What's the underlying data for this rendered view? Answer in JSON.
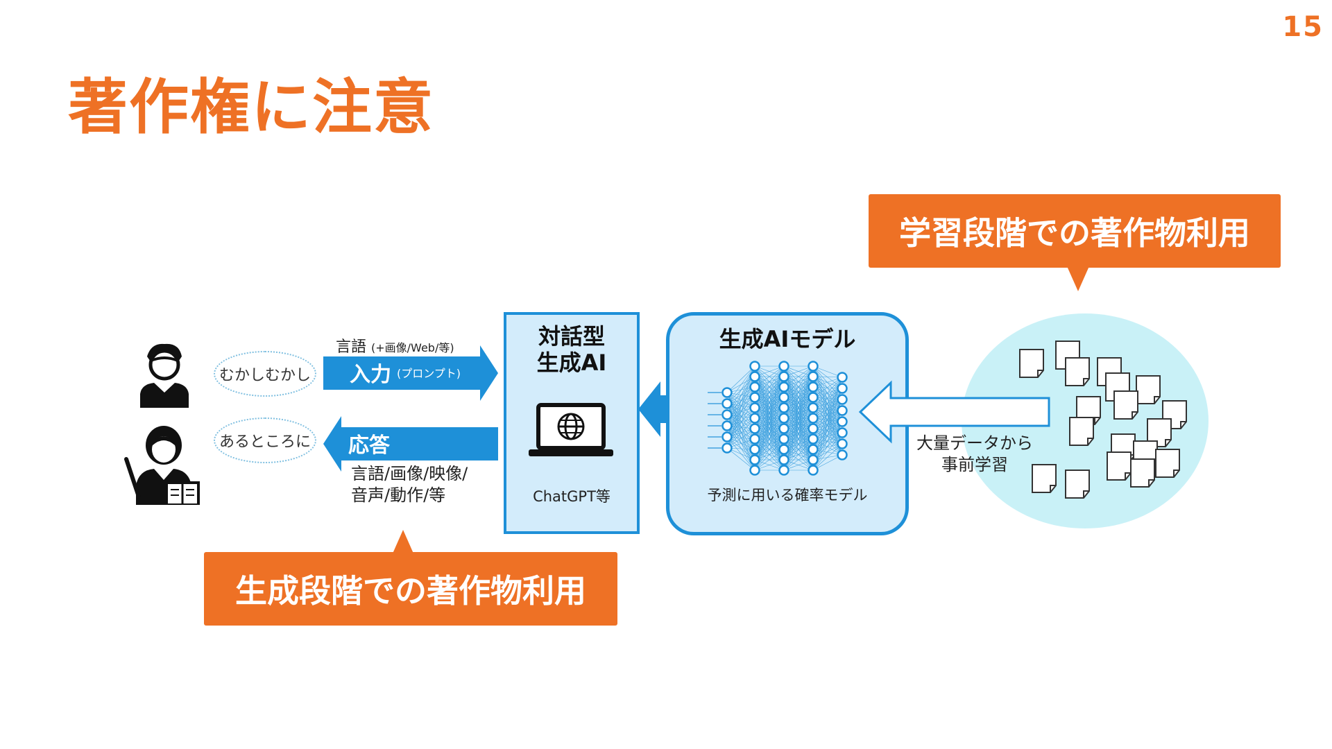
{
  "page_number": "15",
  "title": "著作権に注意",
  "callouts": {
    "learning": "学習段階での著作物利用",
    "generation": "生成段階での著作物利用"
  },
  "diagram": {
    "bubble_top": "むかしむかし",
    "bubble_bottom": "あるところに",
    "input_label_prefix": "言語",
    "input_label_suffix": "(+画像/Web/等)",
    "input_arrow": "入力",
    "input_arrow_small": "(プロンプト)",
    "response_arrow": "応答",
    "response_label_line1": "言語/画像/映像/",
    "response_label_line2": "音声/動作/等",
    "ai_box_line1": "対話型",
    "ai_box_line2": "生成AI",
    "ai_box_caption": "ChatGPT等",
    "model_title": "生成AIモデル",
    "model_caption": "予測に用いる確率モデル",
    "pretrain_line1": "大量データから",
    "pretrain_line2": "事前学習"
  },
  "colors": {
    "accent": "#ee7125",
    "blue": "#1e90d8",
    "light_blue": "#d3ecfb",
    "cyan_light": "#c9f1f7"
  },
  "icons": [
    "user-icon",
    "teacher-icon",
    "laptop-icon",
    "globe-icon",
    "neural-network-icon",
    "document-icon"
  ]
}
